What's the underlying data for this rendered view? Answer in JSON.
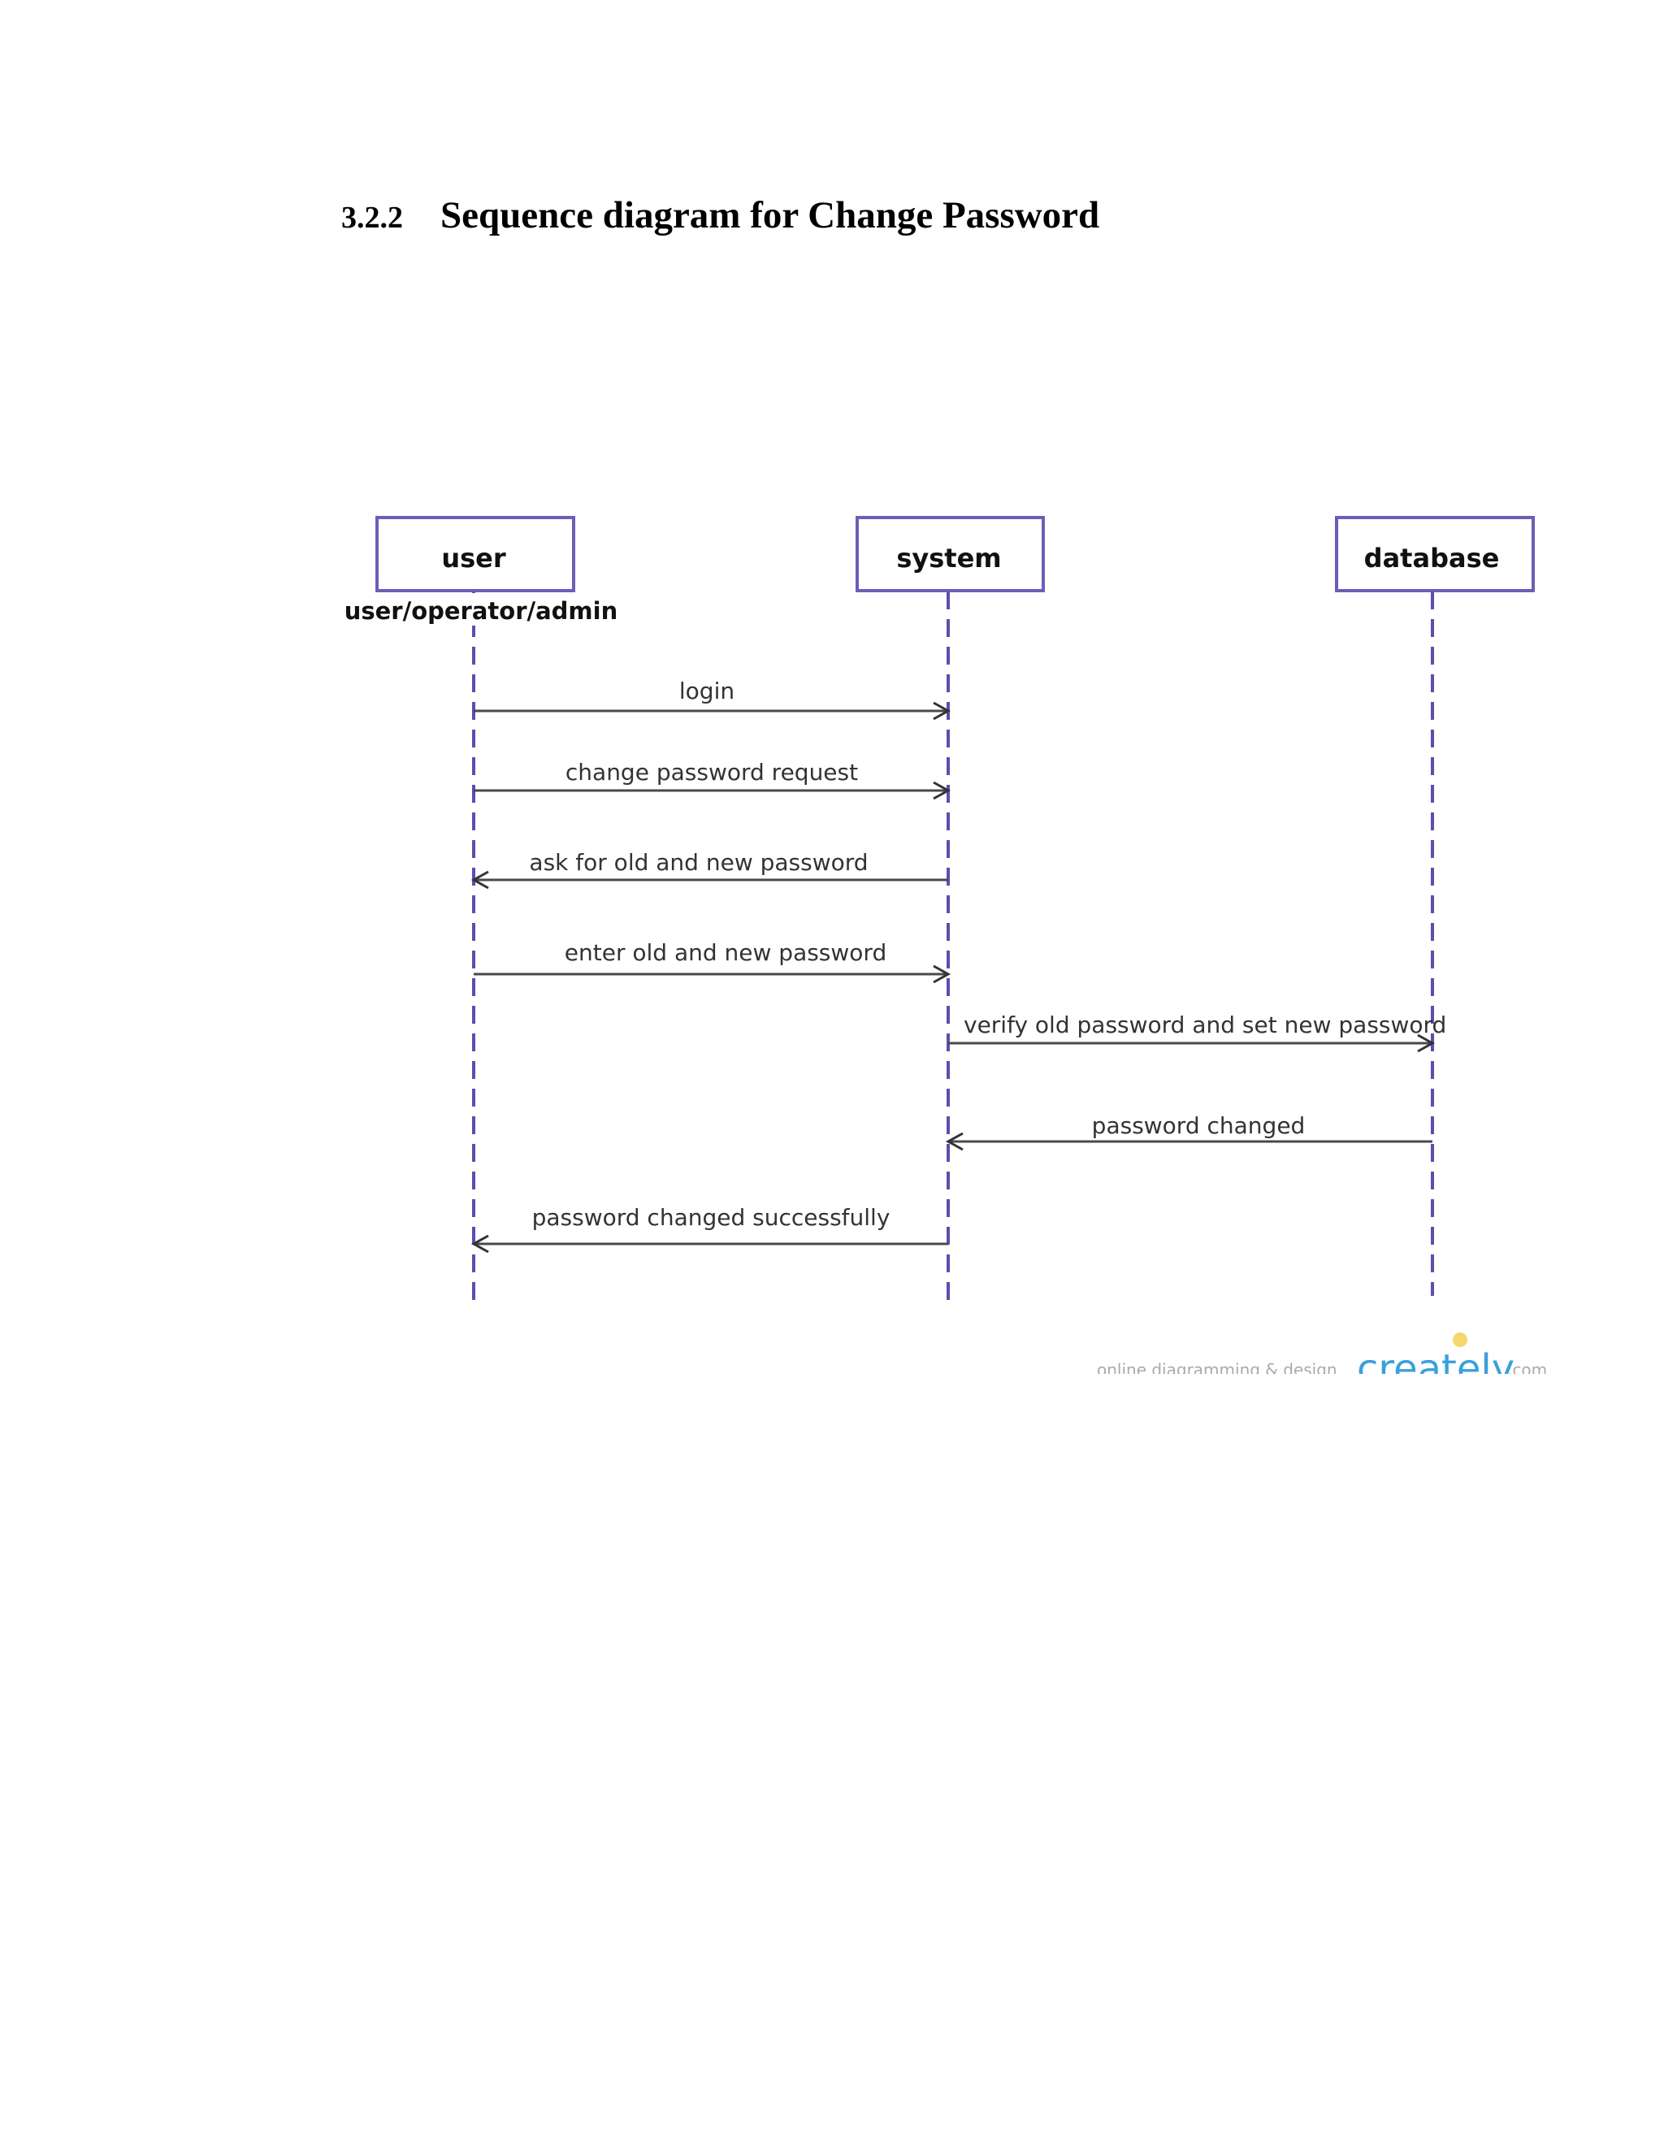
{
  "section": {
    "number": "3.2.2",
    "title": "Sequence diagram for Change Password"
  },
  "diagram": {
    "objects": [
      {
        "id": "user",
        "label": "user"
      },
      {
        "id": "system",
        "label": "system"
      },
      {
        "id": "database",
        "label": "database"
      }
    ],
    "user_role": "user/operator/admin",
    "messages": [
      {
        "label": "login",
        "from": "user",
        "to": "system"
      },
      {
        "label": "change password request",
        "from": "user",
        "to": "system"
      },
      {
        "label": "ask for old and new password",
        "from": "system",
        "to": "user"
      },
      {
        "label": "enter old and new password",
        "from": "user",
        "to": "system"
      },
      {
        "label": "verify old password and set new password",
        "from": "system",
        "to": "database"
      },
      {
        "label": "password changed",
        "from": "database",
        "to": "system"
      },
      {
        "label": "password changed successfully",
        "from": "system",
        "to": "user"
      }
    ],
    "colors": {
      "lifeline": "#5a4fae",
      "box_border": "#6a5fb8",
      "arrow": "#4a4a4a"
    }
  },
  "watermark": {
    "text": "online diagramming & design",
    "logo": "creately",
    "suffix": ".com"
  }
}
